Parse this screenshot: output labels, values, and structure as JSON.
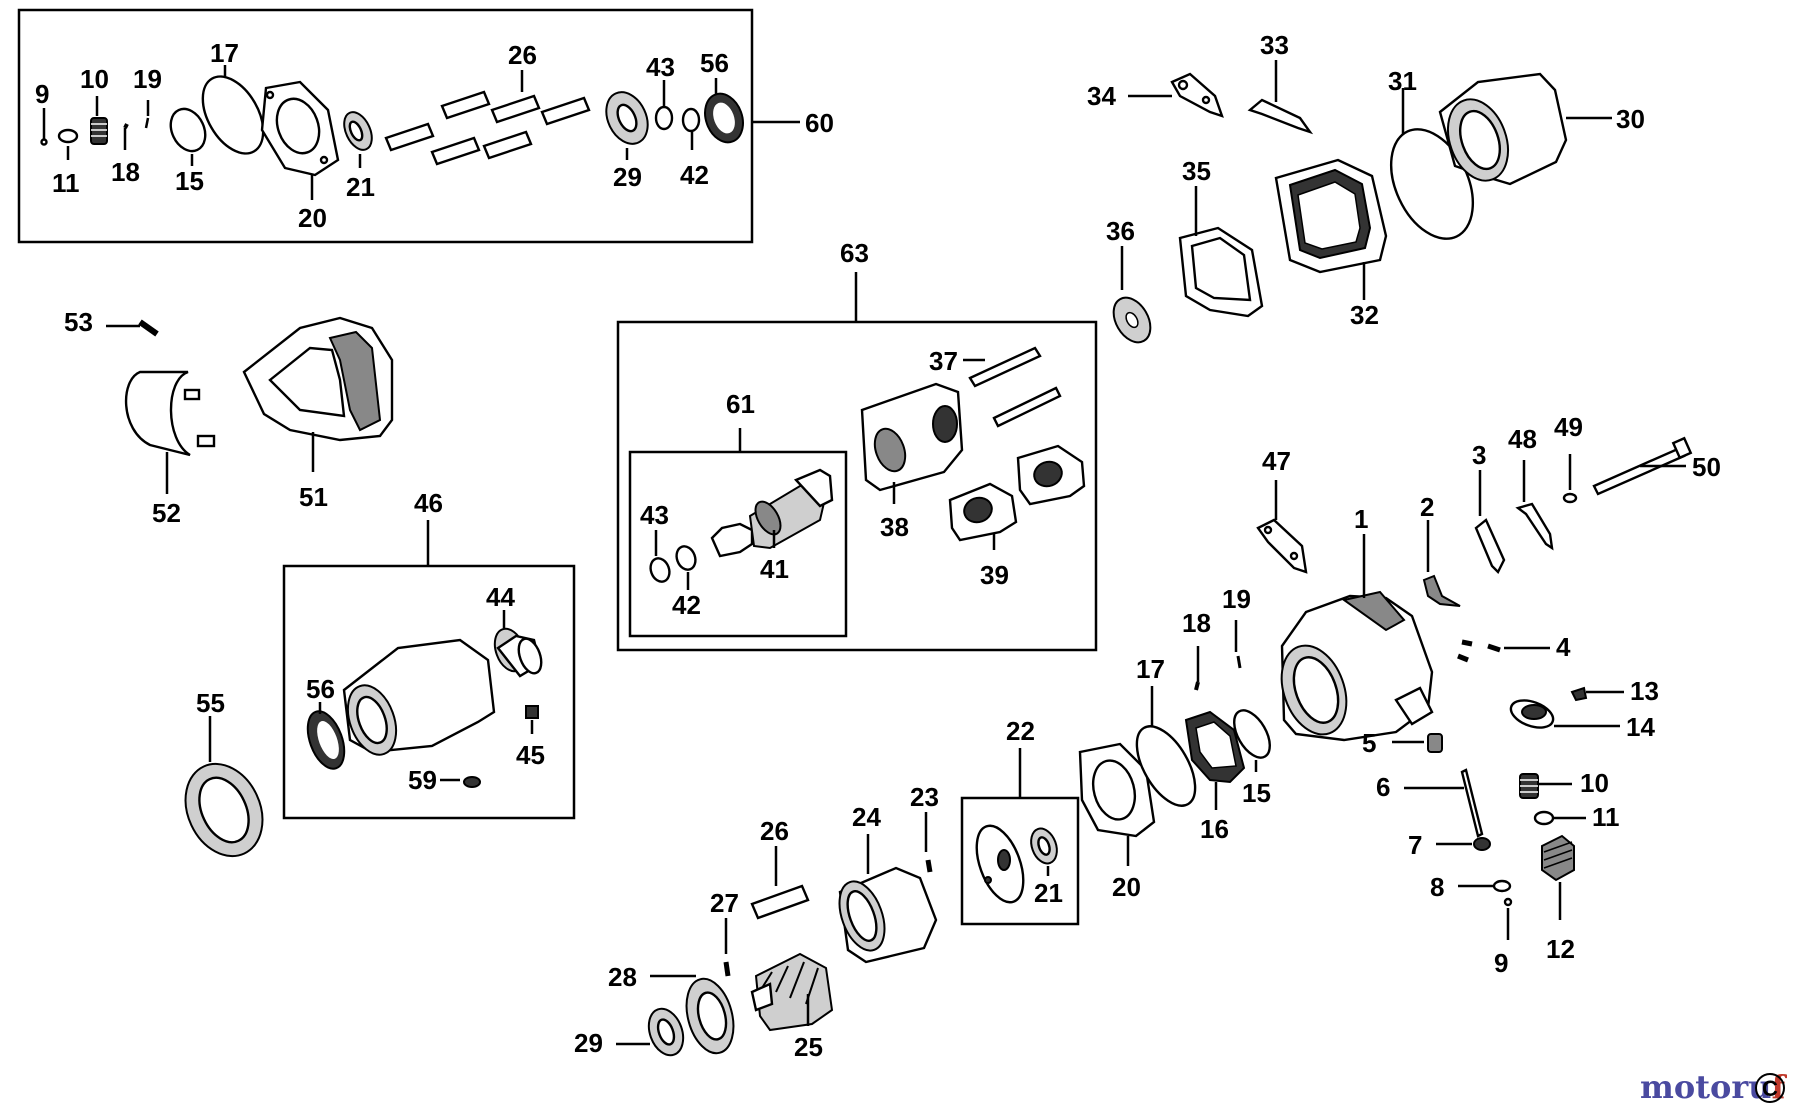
{
  "diagram": {
    "callouts": {
      "c1": "1",
      "c2": "2",
      "c3": "3",
      "c4": "4",
      "c5": "5",
      "c6": "6",
      "c7": "7",
      "c8": "8",
      "c9": "9",
      "c9b": "9",
      "c10": "10",
      "c10b": "10",
      "c11": "11",
      "c11b": "11",
      "c12": "12",
      "c13": "13",
      "c14": "14",
      "c15": "15",
      "c15b": "15",
      "c16": "16",
      "c17": "17",
      "c17b": "17",
      "c18": "18",
      "c18b": "18",
      "c19": "19",
      "c19b": "19",
      "c20": "20",
      "c20b": "20",
      "c21": "21",
      "c21b": "21",
      "c22": "22",
      "c23": "23",
      "c24": "24",
      "c25": "25",
      "c26": "26",
      "c26b": "26",
      "c27": "27",
      "c28": "28",
      "c29": "29",
      "c29b": "29",
      "c30": "30",
      "c31": "31",
      "c32": "32",
      "c33": "33",
      "c34": "34",
      "c35": "35",
      "c36": "36",
      "c37": "37",
      "c38": "38",
      "c39": "39",
      "c41": "41",
      "c42": "42",
      "c42b": "42",
      "c43": "43",
      "c43b": "43",
      "c44": "44",
      "c45": "45",
      "c46": "46",
      "c47": "47",
      "c48": "48",
      "c49": "49",
      "c50": "50",
      "c51": "51",
      "c52": "52",
      "c53": "53",
      "c55": "55",
      "c56": "56",
      "c56b": "56",
      "c59": "59",
      "c60": "60",
      "c61": "61",
      "c63": "63"
    }
  },
  "watermark": {
    "brand_start": "motoru",
    "brand_end": "f",
    "brand_color_start": "#4a4aa0",
    "brand_color_end": "#c0392b",
    "badge": "C"
  }
}
